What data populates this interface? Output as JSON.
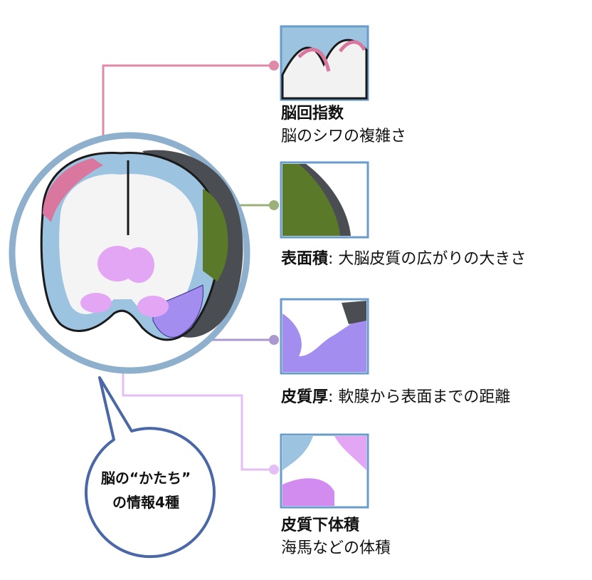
{
  "features": [
    {
      "title": "脳回指数",
      "desc": "脳のシワの複雑さ",
      "color": "#d9779e"
    },
    {
      "title": "表面積",
      "desc": ": 大脳皮質の広がりの大きさ",
      "color": "#5a7a2a"
    },
    {
      "title": "皮質厚",
      "desc": ": 軟膜から表面までの距離",
      "color": "#9a86c8"
    },
    {
      "title": "皮質下体積",
      "desc": "海馬などの体積",
      "color": "#d9a6f2"
    }
  ],
  "bubble": {
    "line1": "脳の“かたち”",
    "line2": "の情報4種"
  },
  "colors": {
    "ring": "#8eb0cc",
    "bubble": "#4a68a8",
    "inset_border": "#6a9ccb"
  }
}
